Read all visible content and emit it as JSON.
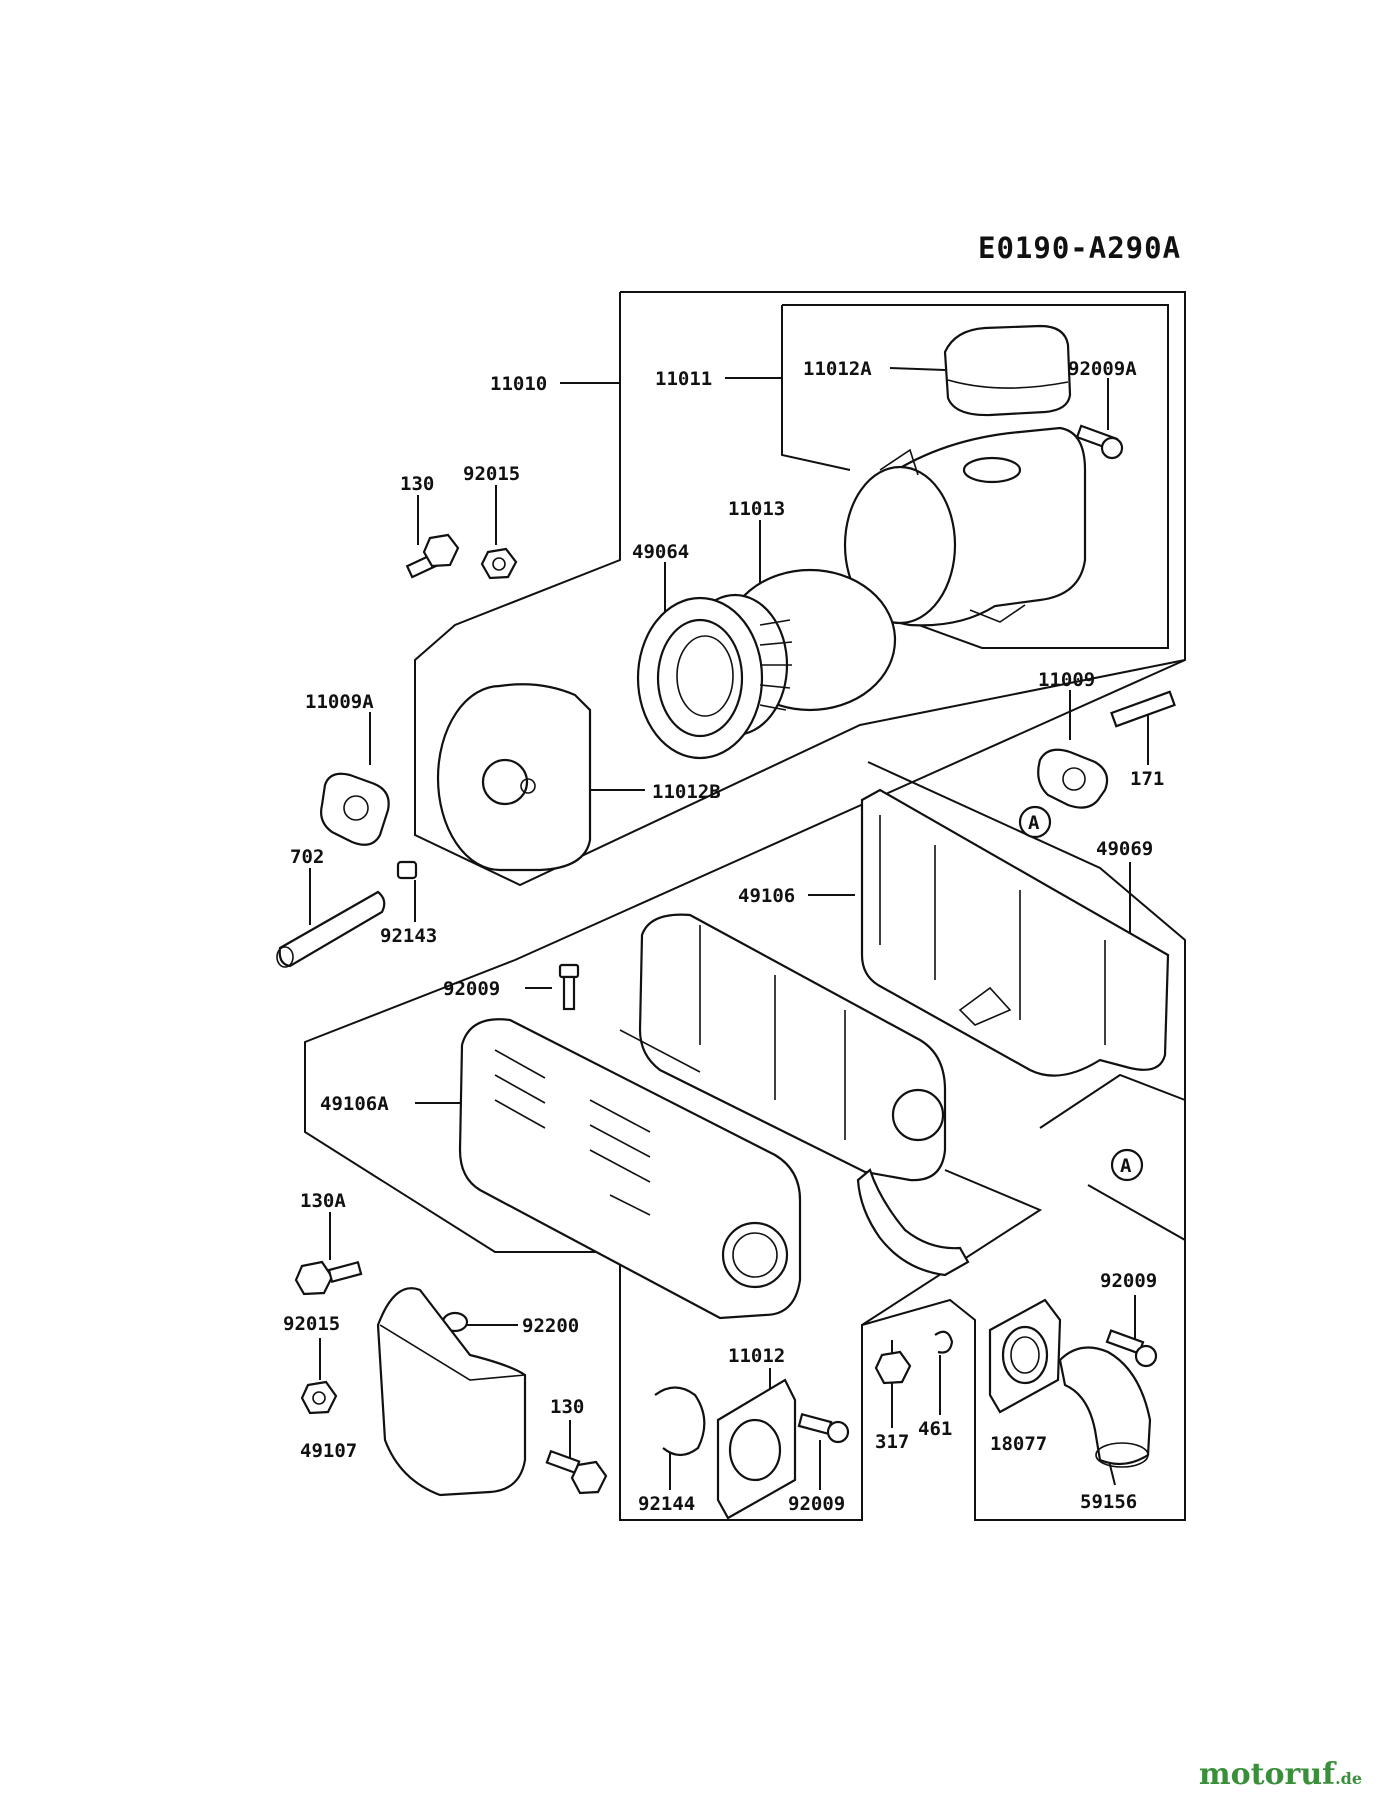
{
  "diagram_code": "E0190-A290A",
  "watermark": {
    "brand": "motoruf",
    "tld": ".de"
  },
  "parts": {
    "p11010": "11010",
    "p11011": "11011",
    "p11012A": "11012A",
    "p92009A": "92009A",
    "p130_top": "130",
    "p92015_top": "92015",
    "p11013": "11013",
    "p49064": "49064",
    "p11009A": "11009A",
    "p11012B": "11012B",
    "p11009": "11009",
    "p171": "171",
    "p702": "702",
    "p92143": "92143",
    "p49106": "49106",
    "p49069": "49069",
    "p92009_mid": "92009",
    "p49106A": "49106A",
    "p130A": "130A",
    "p92015_bot": "92015",
    "p92200": "92200",
    "p49107": "49107",
    "p130_bot": "130",
    "p11012": "11012",
    "p92144": "92144",
    "p92009_bot": "92009",
    "p317": "317",
    "p461": "461",
    "p92009_right": "92009",
    "p18077": "18077",
    "p59156": "59156"
  },
  "ref_markers": {
    "marker_a": "A"
  }
}
